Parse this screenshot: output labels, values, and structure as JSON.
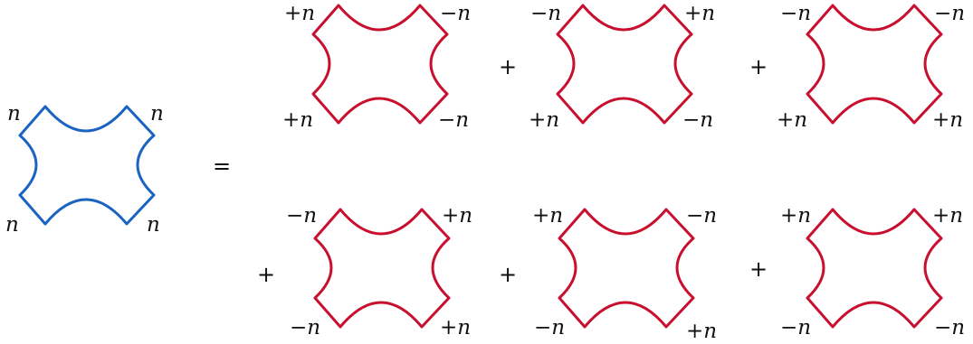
{
  "colors": {
    "lhs": "#1a63c2",
    "rhs": "#c8102e",
    "text": "#111111"
  },
  "operators": {
    "equals": "=",
    "plus": "+"
  },
  "lhs": {
    "labels": {
      "tl": "n",
      "tr": "n",
      "bl": "n",
      "br": "n"
    }
  },
  "terms": [
    {
      "labels": {
        "tl": "+n",
        "tr": "−n",
        "bl": "+n",
        "br": "−n"
      }
    },
    {
      "labels": {
        "tl": "−n",
        "tr": "+n",
        "bl": "+n",
        "br": "−n"
      }
    },
    {
      "labels": {
        "tl": "−n",
        "tr": "−n",
        "bl": "+n",
        "br": "+n"
      }
    },
    {
      "labels": {
        "tl": "−n",
        "tr": "+n",
        "bl": "−n",
        "br": "+n"
      }
    },
    {
      "labels": {
        "tl": "+n",
        "tr": "−n",
        "bl": "−n",
        "br": "+n"
      }
    },
    {
      "labels": {
        "tl": "+n",
        "tr": "+n",
        "bl": "−n",
        "br": "−n"
      }
    }
  ]
}
